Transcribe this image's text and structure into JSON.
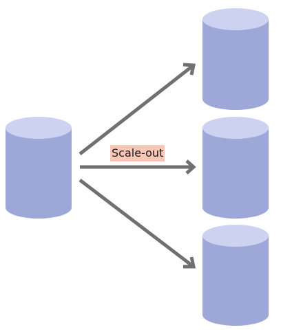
{
  "colors": {
    "cylinder_body": "#9ea8d8",
    "cylinder_top": "#cdd2f1",
    "arrow": "#707070",
    "label_bg": "#f8c7b8"
  },
  "diagram": {
    "label": "Scale-out",
    "nodes": [
      {
        "id": "source-db",
        "kind": "database"
      },
      {
        "id": "target-db-1",
        "kind": "database"
      },
      {
        "id": "target-db-2",
        "kind": "database"
      },
      {
        "id": "target-db-3",
        "kind": "database"
      }
    ],
    "edges": [
      {
        "from": "source-db",
        "to": "target-db-1"
      },
      {
        "from": "source-db",
        "to": "target-db-2"
      },
      {
        "from": "source-db",
        "to": "target-db-3"
      }
    ]
  }
}
